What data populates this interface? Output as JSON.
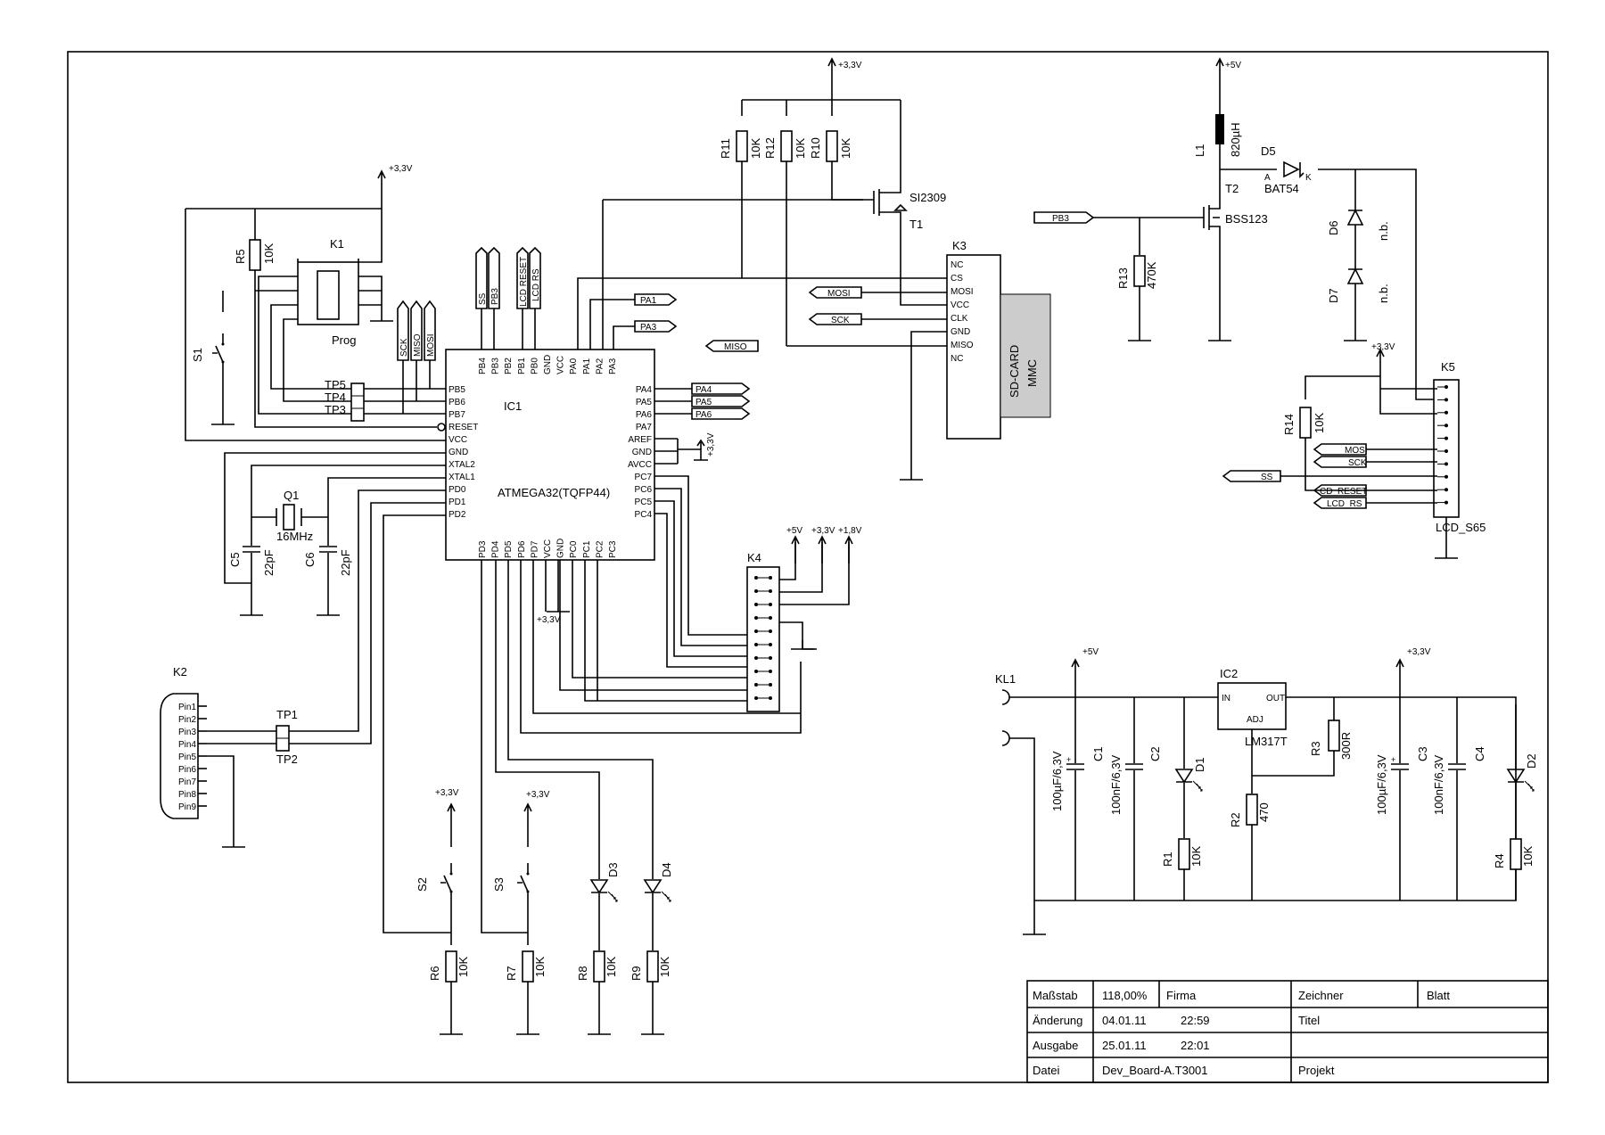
{
  "ic1": {
    "ref": "IC1",
    "part": "ATMEGA32(TQFP44)",
    "left_pins": [
      "PB5",
      "PB6",
      "PB7",
      "RESET",
      "VCC",
      "GND",
      "XTAL2",
      "XTAL1",
      "PD0",
      "PD1",
      "PD2"
    ],
    "right_pins": [
      "PA4",
      "PA5",
      "PA6",
      "PA7",
      "AREF",
      "GND",
      "AVCC",
      "PC7",
      "PC6",
      "PC5",
      "PC4"
    ],
    "top_pins": [
      "PB4",
      "PB3",
      "PB2",
      "PB1",
      "PB0",
      "GND",
      "VCC",
      "PA0",
      "PA1",
      "PA2",
      "PA3"
    ],
    "bottom_pins": [
      "PD3",
      "PD4",
      "PD5",
      "PD6",
      "PD7",
      "VCC",
      "GND",
      "PC0",
      "PC1",
      "PC2",
      "PC3"
    ]
  },
  "k1": {
    "ref": "K1",
    "name": "Prog"
  },
  "k2": {
    "ref": "K2",
    "pins": [
      "Pin1",
      "Pin2",
      "Pin3",
      "Pin4",
      "Pin5",
      "Pin6",
      "Pin7",
      "Pin8",
      "Pin9"
    ]
  },
  "k3": {
    "ref": "K3",
    "pins": [
      "NC",
      "CS",
      "MOSI",
      "VCC",
      "CLK",
      "GND",
      "MISO",
      "NC"
    ],
    "card_1": "SD-CARD",
    "card_2": "MMC"
  },
  "k4": {
    "ref": "K4",
    "supplies": [
      "+5V",
      "+3,3V",
      "+1,8V"
    ]
  },
  "k5": {
    "ref": "K5",
    "name": "LCD_S65"
  },
  "flags": {
    "ss": "SS",
    "pb3": "PB3",
    "lcd_reset": "LCD RESET",
    "lcd_rs": "LCD RS",
    "sck": "SCK",
    "miso": "MISO",
    "mosi": "MOSI",
    "pa1": "PA1",
    "pa3": "PA3",
    "pa4": "PA4",
    "pa5": "PA5",
    "pa6": "PA6",
    "cd_reset": "CD_RESET",
    "lcd_rs2": "LCD_RS"
  },
  "supply": {
    "p33": "+3,3V",
    "p5": "+5V",
    "p18": "+1,8V"
  },
  "resistors": {
    "r1": {
      "ref": "R1",
      "val": "10K"
    },
    "r2": {
      "ref": "R2",
      "val": "470"
    },
    "r3": {
      "ref": "R3",
      "val": "300R"
    },
    "r4": {
      "ref": "R4",
      "val": "10K"
    },
    "r5": {
      "ref": "R5",
      "val": "10K"
    },
    "r6": {
      "ref": "R6",
      "val": "10K"
    },
    "r7": {
      "ref": "R7",
      "val": "10K"
    },
    "r8": {
      "ref": "R8",
      "val": "10K"
    },
    "r9": {
      "ref": "R9",
      "val": "10K"
    },
    "r10": {
      "ref": "R10",
      "val": "10K"
    },
    "r11": {
      "ref": "R11",
      "val": "10K"
    },
    "r12": {
      "ref": "R12",
      "val": "10K"
    },
    "r13": {
      "ref": "R13",
      "val": "470K"
    },
    "r14": {
      "ref": "R14",
      "val": "10K"
    }
  },
  "caps": {
    "c1": {
      "ref": "C1",
      "val": "100µF/6,3V"
    },
    "c2": {
      "ref": "C2",
      "val": "100nF/6,3V"
    },
    "c3": {
      "ref": "C3",
      "val": "100µF/6,3V"
    },
    "c4": {
      "ref": "C4",
      "val": "100nF/6,3V"
    },
    "c5": {
      "ref": "C5",
      "val": "22pF"
    },
    "c6": {
      "ref": "C6",
      "val": "22pF"
    }
  },
  "crystal": {
    "ref": "Q1",
    "val": "16MHz"
  },
  "t1": {
    "ref": "T1",
    "part": "SI2309"
  },
  "t2": {
    "ref": "T2",
    "part": "BSS123"
  },
  "l1": {
    "ref": "L1",
    "val": "820µH"
  },
  "d5": {
    "ref": "D5",
    "part": "BAT54",
    "a": "A",
    "k": "K"
  },
  "d6": {
    "ref": "D6",
    "val": "n.b."
  },
  "d7": {
    "ref": "D7",
    "val": "n.b."
  },
  "leds": [
    "D1",
    "D2",
    "D3",
    "D4"
  ],
  "switches": [
    "S1",
    "S2",
    "S3"
  ],
  "testpoints": [
    "TP1",
    "TP2",
    "TP3",
    "TP4",
    "TP5"
  ],
  "ic2": {
    "ref": "IC2",
    "part": "LM317T",
    "in": "IN",
    "out": "OUT",
    "adj": "ADJ"
  },
  "kl1": {
    "ref": "KL1"
  },
  "titleblock": {
    "massstab_l": "Maßstab",
    "massstab_v": "118,00%",
    "firma": "Firma",
    "zeichner": "Zeichner",
    "blatt": "Blatt",
    "aenderung_l": "Änderung",
    "aenderung_d": "04.01.11",
    "aenderung_t": "22:59",
    "titel": "Titel",
    "ausgabe_l": "Ausgabe",
    "ausgabe_d": "25.01.11",
    "ausgabe_t": "22:01",
    "datei_l": "Datei",
    "datei_v": "Dev_Board-A.T3001",
    "projekt": "Projekt"
  }
}
